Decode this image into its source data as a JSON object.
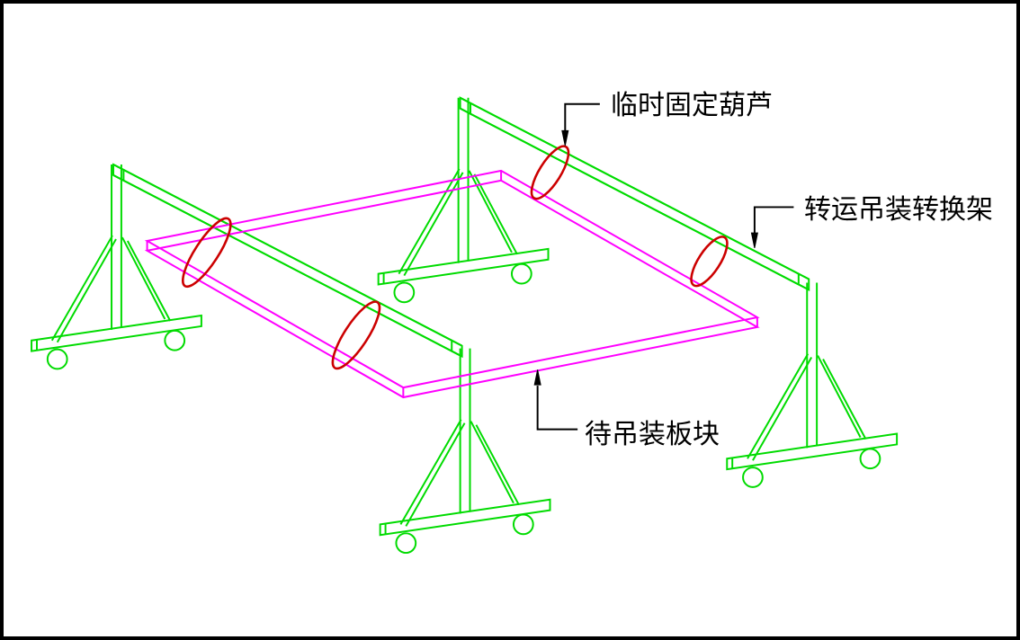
{
  "diagram": {
    "labels": {
      "temporary_hoist": "临时固定葫芦",
      "transfer_frame": "转运吊装转换架",
      "panel_to_lift": "待吊装板块"
    },
    "colors": {
      "gantry_green": "#00DB00",
      "panel_magenta": "#FF00FF",
      "hoist_red": "#CC0000",
      "annotation_black": "#000000",
      "background": "#FFFFFF"
    }
  }
}
